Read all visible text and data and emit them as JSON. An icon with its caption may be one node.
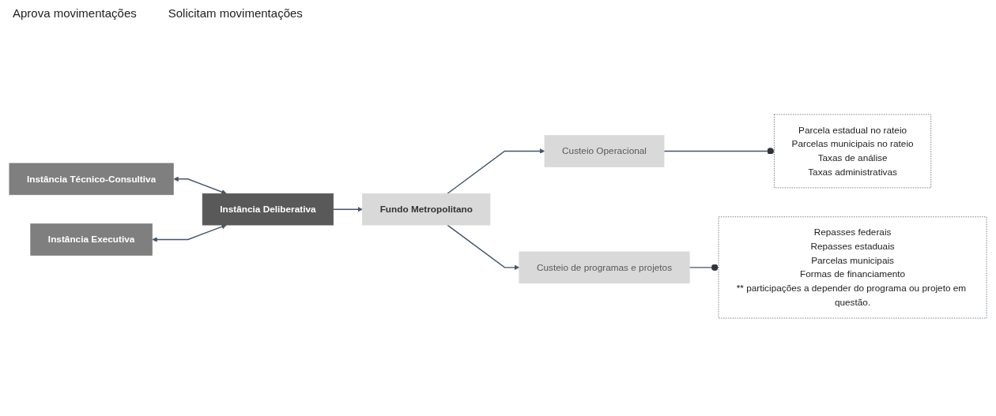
{
  "diagram": {
    "nodes": [
      {
        "text": [
          "Instância Deliberativa"
        ]
      },
      {
        "text": [
          "Fundo Metropolitano"
        ]
      },
      {
        "text": [
          "Custeio Operacional"
        ]
      },
      {
        "text": [
          "Custeio de programas e projetos"
        ]
      },
      {
        "text": [
          "Parcela estadual no rateio",
          "Parcelas municipais no rateio",
          "Taxas de análise",
          "Taxas administrativas"
        ]
      },
      {
        "text": [
          "Repasses federais",
          "Repasses estaduais",
          "Parcelas municipais",
          "Formas de financiamento",
          "** participações a depender do programa ou projeto em questão."
        ]
      },
      {
        "text": [
          "Instância Técnico-Consultiva"
        ]
      },
      {
        "text": [
          "Instância Executiva"
        ]
      }
    ],
    "edges": [
      {
        "from": 0,
        "to": 1,
        "arrow": "to"
      },
      {
        "from": 1,
        "to": 2,
        "arrow": "to"
      },
      {
        "from": 1,
        "to": 3,
        "arrow": "to"
      },
      {
        "from": 2,
        "to": 4,
        "arrow": "other"
      },
      {
        "from": 3,
        "to": 5,
        "arrow": "other"
      },
      {
        "from": 6,
        "to": 0,
        "arrow": "both"
      },
      {
        "from": 7,
        "to": 0,
        "arrow": "both"
      }
    ],
    "labels": [
      "Aprova movimentações",
      "Solicitam movimentações"
    ]
  }
}
